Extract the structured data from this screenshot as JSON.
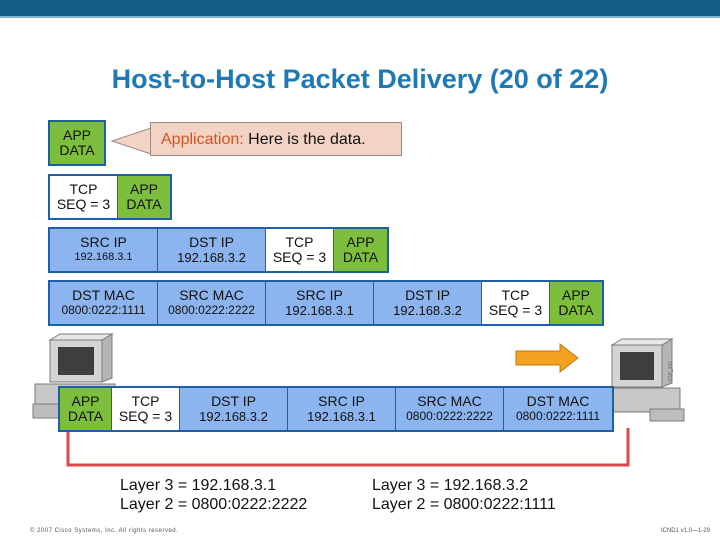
{
  "title": "Host-to-Host Packet Delivery (20 of 22)",
  "callout": {
    "label": "Application:",
    "text": " Here is the data."
  },
  "labels": {
    "app": [
      "APP",
      "DATA"
    ],
    "tcp": [
      "TCP",
      "SEQ = 3"
    ],
    "src_ip": "SRC IP",
    "dst_ip": "DST IP",
    "src_mac": "SRC MAC",
    "dst_mac": "DST MAC"
  },
  "addresses": {
    "ip_a": "192.168.3.1",
    "ip_b": "192.168.3.2",
    "mac_a": "0800:0222:2222",
    "mac_b": "0800:0222:1111"
  },
  "left_host": {
    "layer3": "Layer 3 = 192.168.3.1",
    "layer2": "Layer 2 = 0800:0222:2222"
  },
  "right_host": {
    "layer3": "Layer 3 = 192.168.3.2",
    "layer2": "Layer 2 = 0800:0222:1111"
  },
  "side_id": "SSP_341",
  "footer": {
    "copyright": "© 2007 Cisco Systems, Inc. All rights reserved.",
    "course": "ICND1 v1.0—1-29"
  },
  "colors": {
    "app": "#7dbf3c",
    "address": "#8cb4ee",
    "link": "#d94a4a",
    "arrow": "#f2a21e",
    "title": "#1f79b4"
  }
}
